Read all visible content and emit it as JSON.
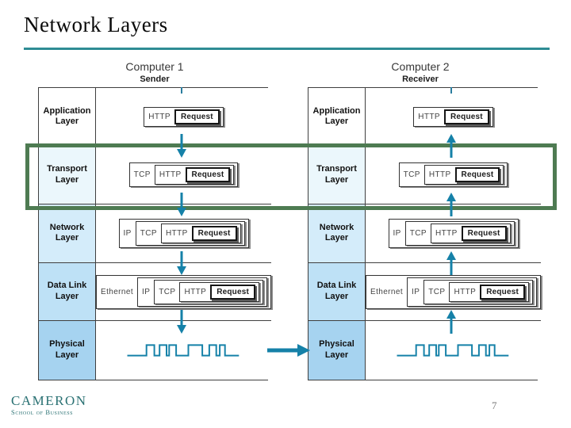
{
  "slide": {
    "title": "Network Layers",
    "page_number": "7",
    "logo": {
      "name": "CAMERON",
      "subtitle": "School of Business"
    },
    "colors": {
      "title_rule_teal": "#2E8C94",
      "arrow_teal": "#1581A8",
      "highlight_green": "#4E7B52",
      "logo_teal": "#2A7173",
      "layer_fills": [
        "#FFFFFF",
        "#EBF7FC",
        "#D4ECFA",
        "#BEE1F6",
        "#A6D3F0"
      ]
    }
  },
  "diagram": {
    "highlighted_layer": "Transport Layer",
    "c1": {
      "title": "Computer 1",
      "subtitle": "Sender",
      "direction": "down",
      "layers": [
        "Application Layer",
        "Transport Layer",
        "Network Layer",
        "Data Link Layer",
        "Physical Layer"
      ],
      "pkt": {
        "http": "HTTP",
        "request": "Request",
        "tcp": "TCP",
        "ip": "IP",
        "ethernet": "Ethernet"
      }
    },
    "c2": {
      "title": "Computer 2",
      "subtitle": "Receiver",
      "direction": "up",
      "layers": [
        "Application Layer",
        "Transport Layer",
        "Network Layer",
        "Data Link Layer",
        "Physical Layer"
      ],
      "pkt": {
        "http": "HTTP",
        "request": "Request",
        "tcp": "TCP",
        "ip": "IP",
        "ethernet": "Ethernet"
      }
    }
  }
}
